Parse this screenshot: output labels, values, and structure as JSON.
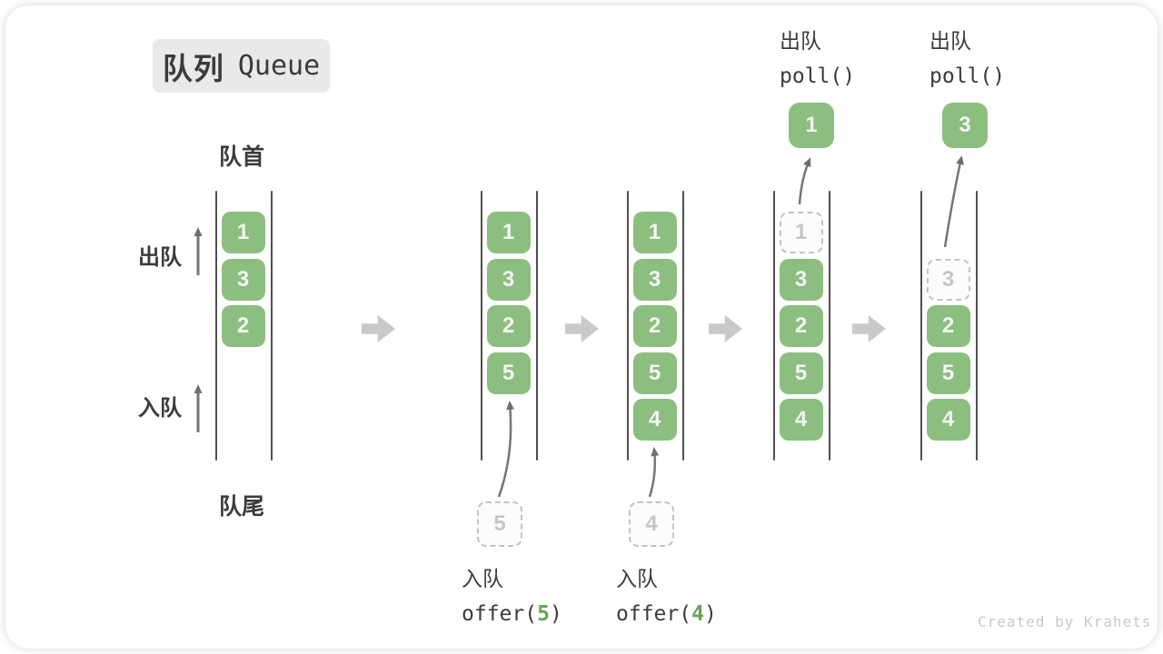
{
  "header": {
    "title_zh": "队列",
    "title_en": "Queue"
  },
  "labels": {
    "front": "队首",
    "rear": "队尾",
    "dequeue": "出队",
    "enqueue": "入队"
  },
  "footer": {
    "watermark": "Created by Krahets"
  },
  "colors": {
    "block_green": "#8CBE80",
    "block_text": "#F4F6F2",
    "code_accent_green": "#66A555",
    "queue_line": "#4F4F4F",
    "flow_arrow": "#757575",
    "transition_arrow": "#C9C9C9",
    "ghost_border": "#C3C3C3",
    "ghost_text": "#C6C6C6",
    "text_dark": "#3B3B3B",
    "badge_bg": "#E9E9E9",
    "watermark": "#C8C8C8"
  },
  "states": [
    {
      "slots": [
        {
          "type": "block",
          "value": "1"
        },
        {
          "type": "block",
          "value": "3"
        },
        {
          "type": "block",
          "value": "2"
        },
        {
          "type": "empty",
          "value": ""
        },
        {
          "type": "empty",
          "value": ""
        }
      ]
    },
    {
      "slots": [
        {
          "type": "block",
          "value": "1"
        },
        {
          "type": "block",
          "value": "3"
        },
        {
          "type": "block",
          "value": "2"
        },
        {
          "type": "block",
          "value": "5"
        },
        {
          "type": "empty",
          "value": ""
        }
      ],
      "op": {
        "side": "below",
        "label": "入队",
        "code_pre": "offer(",
        "code_arg": "5",
        "code_post": ")",
        "value": "5"
      }
    },
    {
      "slots": [
        {
          "type": "block",
          "value": "1"
        },
        {
          "type": "block",
          "value": "3"
        },
        {
          "type": "block",
          "value": "2"
        },
        {
          "type": "block",
          "value": "5"
        },
        {
          "type": "block",
          "value": "4"
        }
      ],
      "op": {
        "side": "below",
        "label": "入队",
        "code_pre": "offer(",
        "code_arg": "4",
        "code_post": ")",
        "value": "4"
      }
    },
    {
      "slots": [
        {
          "type": "ghost",
          "value": "1"
        },
        {
          "type": "block",
          "value": "3"
        },
        {
          "type": "block",
          "value": "2"
        },
        {
          "type": "block",
          "value": "5"
        },
        {
          "type": "block",
          "value": "4"
        }
      ],
      "op": {
        "side": "above",
        "label": "出队",
        "code_pre": "poll()",
        "code_arg": "",
        "code_post": "",
        "value": "1"
      }
    },
    {
      "slots": [
        {
          "type": "empty",
          "value": ""
        },
        {
          "type": "ghost",
          "value": "3"
        },
        {
          "type": "block",
          "value": "2"
        },
        {
          "type": "block",
          "value": "5"
        },
        {
          "type": "block",
          "value": "4"
        }
      ],
      "op": {
        "side": "above",
        "label": "出队",
        "code_pre": "poll()",
        "code_arg": "",
        "code_post": "",
        "value": "3"
      }
    }
  ]
}
